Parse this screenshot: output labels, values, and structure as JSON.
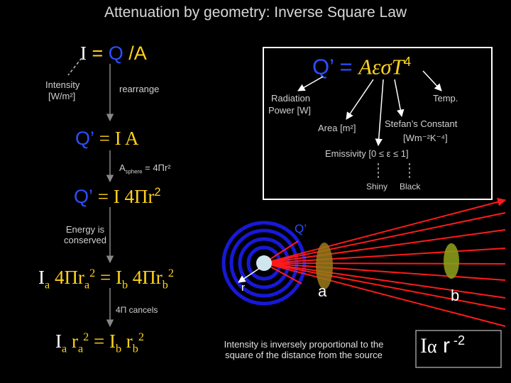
{
  "title": "Attenuation by geometry: Inverse Square Law",
  "eq1": {
    "I": "I",
    "eq": " = ",
    "Q": "Q",
    "rest": " /A"
  },
  "intensity_label": "Intensity",
  "intensity_unit": "[W/m²]",
  "rearrange": "rearrange",
  "eq2": {
    "Q": "Q’",
    "rest": " = I A"
  },
  "sphere_area": {
    "A": "A",
    "sub": "sphere",
    "rest": " = 4Πr²"
  },
  "eq3": {
    "Q": "Q’",
    "rest": " = I 4Πr",
    "sup": "2"
  },
  "energy_note": "Energy is conserved",
  "eq4": "Iₐ 4Πrₐ² = I_b 4Πr_b²",
  "eq4_parts": {
    "Ia": "I",
    "a": "a",
    "mid1": " 4Πr",
    "a2": "a",
    "sq": "2",
    "eq": " = I",
    "b": "b",
    "mid2": " 4Πr",
    "b2": "b",
    "sq2": "2"
  },
  "cancel_note": "4Π cancels",
  "eq5_parts": {
    "Ia": "I",
    "a": "a",
    "ra": " r",
    "a2": "a",
    "sq": "2",
    "eq": " = I",
    "b": "b",
    "rb": " r",
    "b2": "b",
    "sq2": "2"
  },
  "box": {
    "formula_Q": "Q’ = ",
    "formula_rest": "AεσT",
    "formula_sup": "4",
    "radiation": "Radiation",
    "power": "Power [W]",
    "temp": "Temp.",
    "area": "Area [m²]",
    "stefan": "Stefan’s Constant",
    "stefan_unit": "[Wm⁻²K⁻⁴]",
    "emissivity": "Emissivity [0 ≤ ε ≤ 1]",
    "shiny": "Shiny",
    "black": "Black"
  },
  "diagram": {
    "q_label": "Q’",
    "r_label": "r",
    "a_label": "a",
    "b_label": "b"
  },
  "caption_line1": "Intensity is inversely proportional to the",
  "caption_line2": "square of the distance from the source",
  "law": {
    "I": "I",
    "alpha": "α",
    "r": " r",
    "exp": " -2"
  },
  "colors": {
    "blue": "#2d4fff",
    "yellow": "#ffd21a",
    "red": "#ff1a1a",
    "olive": "#9a8a1a"
  }
}
